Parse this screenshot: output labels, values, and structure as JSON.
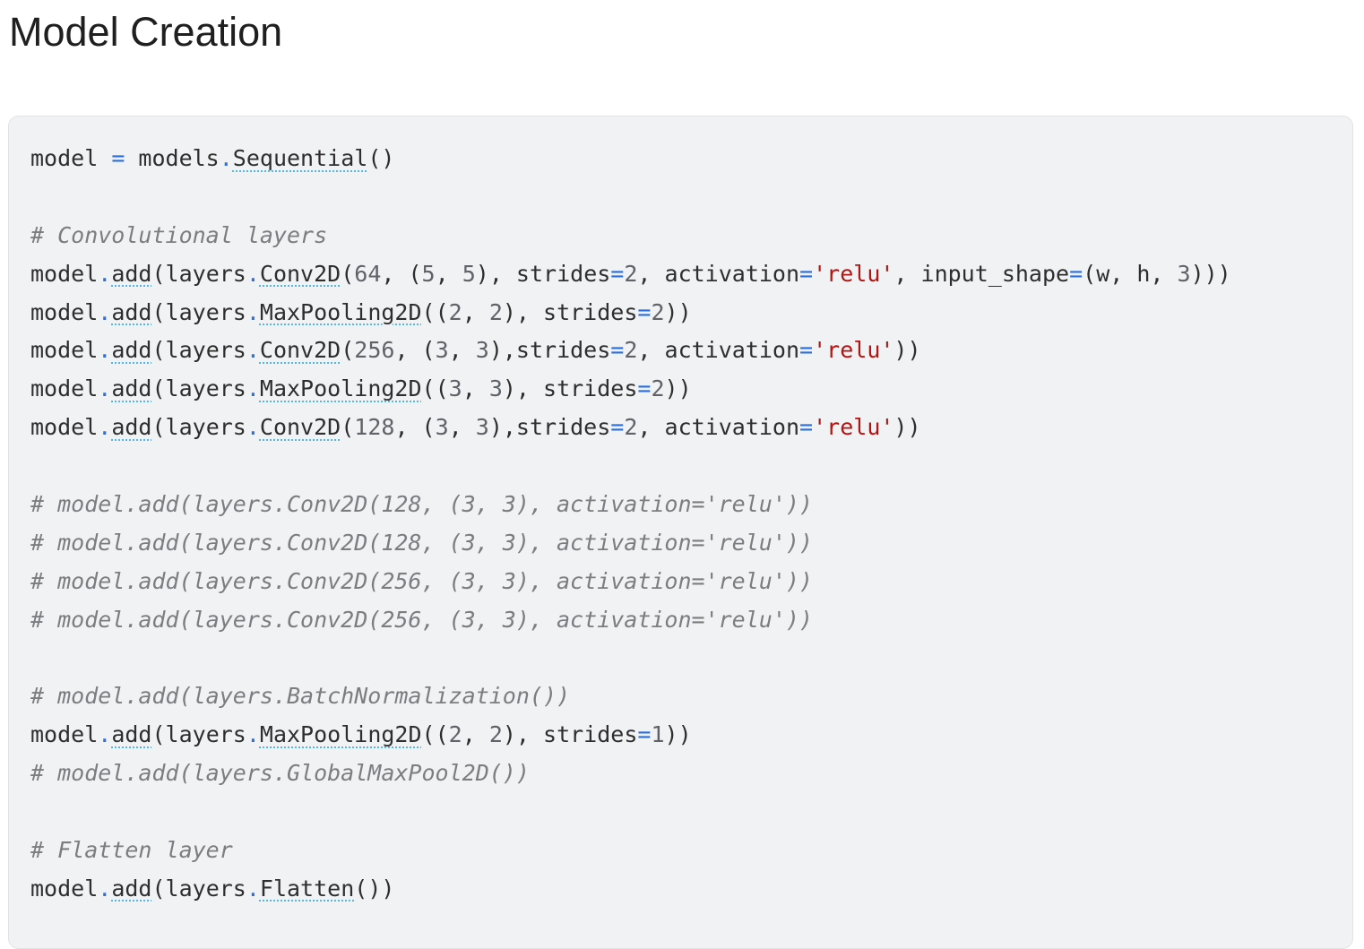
{
  "page": {
    "title": "Model Creation"
  },
  "colors": {
    "background": "#ffffff",
    "code_background": "#f1f2f4",
    "plain": "#2e2e2e",
    "operator": "#2a6fdb",
    "number": "#5f6368",
    "string": "#b31412",
    "comment": "#7b7d80",
    "function_underline": "#52b7e8"
  },
  "code_cell": {
    "lines": [
      [
        {
          "t": "model ",
          "c": "pln"
        },
        {
          "t": "=",
          "c": "op"
        },
        {
          "t": " models",
          "c": "pln"
        },
        {
          "t": ".",
          "c": "op"
        },
        {
          "t": "Sequential",
          "c": "fn"
        },
        {
          "t": "()",
          "c": "pln"
        }
      ],
      [],
      [
        {
          "t": "# Convolutional layers",
          "c": "cmt"
        }
      ],
      [
        {
          "t": "model",
          "c": "pln"
        },
        {
          "t": ".",
          "c": "op"
        },
        {
          "t": "add",
          "c": "fn"
        },
        {
          "t": "(layers",
          "c": "pln"
        },
        {
          "t": ".",
          "c": "op"
        },
        {
          "t": "Conv2D",
          "c": "fn"
        },
        {
          "t": "(",
          "c": "pln"
        },
        {
          "t": "64",
          "c": "num"
        },
        {
          "t": ", (",
          "c": "pln"
        },
        {
          "t": "5",
          "c": "num"
        },
        {
          "t": ", ",
          "c": "pln"
        },
        {
          "t": "5",
          "c": "num"
        },
        {
          "t": "), strides",
          "c": "pln"
        },
        {
          "t": "=",
          "c": "op"
        },
        {
          "t": "2",
          "c": "num"
        },
        {
          "t": ", activation",
          "c": "pln"
        },
        {
          "t": "=",
          "c": "op"
        },
        {
          "t": "'relu'",
          "c": "str"
        },
        {
          "t": ", input_shape",
          "c": "pln"
        },
        {
          "t": "=",
          "c": "op"
        },
        {
          "t": "(w, h, ",
          "c": "pln"
        },
        {
          "t": "3",
          "c": "num"
        },
        {
          "t": ")))",
          "c": "pln"
        }
      ],
      [
        {
          "t": "model",
          "c": "pln"
        },
        {
          "t": ".",
          "c": "op"
        },
        {
          "t": "add",
          "c": "fn"
        },
        {
          "t": "(layers",
          "c": "pln"
        },
        {
          "t": ".",
          "c": "op"
        },
        {
          "t": "MaxPooling2D",
          "c": "fn"
        },
        {
          "t": "((",
          "c": "pln"
        },
        {
          "t": "2",
          "c": "num"
        },
        {
          "t": ", ",
          "c": "pln"
        },
        {
          "t": "2",
          "c": "num"
        },
        {
          "t": "), strides",
          "c": "pln"
        },
        {
          "t": "=",
          "c": "op"
        },
        {
          "t": "2",
          "c": "num"
        },
        {
          "t": "))",
          "c": "pln"
        }
      ],
      [
        {
          "t": "model",
          "c": "pln"
        },
        {
          "t": ".",
          "c": "op"
        },
        {
          "t": "add",
          "c": "fn"
        },
        {
          "t": "(layers",
          "c": "pln"
        },
        {
          "t": ".",
          "c": "op"
        },
        {
          "t": "Conv2D",
          "c": "fn"
        },
        {
          "t": "(",
          "c": "pln"
        },
        {
          "t": "256",
          "c": "num"
        },
        {
          "t": ", (",
          "c": "pln"
        },
        {
          "t": "3",
          "c": "num"
        },
        {
          "t": ", ",
          "c": "pln"
        },
        {
          "t": "3",
          "c": "num"
        },
        {
          "t": "),strides",
          "c": "pln"
        },
        {
          "t": "=",
          "c": "op"
        },
        {
          "t": "2",
          "c": "num"
        },
        {
          "t": ", activation",
          "c": "pln"
        },
        {
          "t": "=",
          "c": "op"
        },
        {
          "t": "'relu'",
          "c": "str"
        },
        {
          "t": "))",
          "c": "pln"
        }
      ],
      [
        {
          "t": "model",
          "c": "pln"
        },
        {
          "t": ".",
          "c": "op"
        },
        {
          "t": "add",
          "c": "fn"
        },
        {
          "t": "(layers",
          "c": "pln"
        },
        {
          "t": ".",
          "c": "op"
        },
        {
          "t": "MaxPooling2D",
          "c": "fn"
        },
        {
          "t": "((",
          "c": "pln"
        },
        {
          "t": "3",
          "c": "num"
        },
        {
          "t": ", ",
          "c": "pln"
        },
        {
          "t": "3",
          "c": "num"
        },
        {
          "t": "), strides",
          "c": "pln"
        },
        {
          "t": "=",
          "c": "op"
        },
        {
          "t": "2",
          "c": "num"
        },
        {
          "t": "))",
          "c": "pln"
        }
      ],
      [
        {
          "t": "model",
          "c": "pln"
        },
        {
          "t": ".",
          "c": "op"
        },
        {
          "t": "add",
          "c": "fn"
        },
        {
          "t": "(layers",
          "c": "pln"
        },
        {
          "t": ".",
          "c": "op"
        },
        {
          "t": "Conv2D",
          "c": "fn"
        },
        {
          "t": "(",
          "c": "pln"
        },
        {
          "t": "128",
          "c": "num"
        },
        {
          "t": ", (",
          "c": "pln"
        },
        {
          "t": "3",
          "c": "num"
        },
        {
          "t": ", ",
          "c": "pln"
        },
        {
          "t": "3",
          "c": "num"
        },
        {
          "t": "),strides",
          "c": "pln"
        },
        {
          "t": "=",
          "c": "op"
        },
        {
          "t": "2",
          "c": "num"
        },
        {
          "t": ", activation",
          "c": "pln"
        },
        {
          "t": "=",
          "c": "op"
        },
        {
          "t": "'relu'",
          "c": "str"
        },
        {
          "t": "))",
          "c": "pln"
        }
      ],
      [],
      [
        {
          "t": "# model.add(layers.Conv2D(128, (3, 3), activation='relu'))",
          "c": "cmt"
        }
      ],
      [
        {
          "t": "# model.add(layers.Conv2D(128, (3, 3), activation='relu'))",
          "c": "cmt"
        }
      ],
      [
        {
          "t": "# model.add(layers.Conv2D(256, (3, 3), activation='relu'))",
          "c": "cmt"
        }
      ],
      [
        {
          "t": "# model.add(layers.Conv2D(256, (3, 3), activation='relu'))",
          "c": "cmt"
        }
      ],
      [],
      [
        {
          "t": "# model.add(layers.BatchNormalization())",
          "c": "cmt"
        }
      ],
      [
        {
          "t": "model",
          "c": "pln"
        },
        {
          "t": ".",
          "c": "op"
        },
        {
          "t": "add",
          "c": "fn"
        },
        {
          "t": "(layers",
          "c": "pln"
        },
        {
          "t": ".",
          "c": "op"
        },
        {
          "t": "MaxPooling2D",
          "c": "fn"
        },
        {
          "t": "((",
          "c": "pln"
        },
        {
          "t": "2",
          "c": "num"
        },
        {
          "t": ", ",
          "c": "pln"
        },
        {
          "t": "2",
          "c": "num"
        },
        {
          "t": "), strides",
          "c": "pln"
        },
        {
          "t": "=",
          "c": "op"
        },
        {
          "t": "1",
          "c": "num"
        },
        {
          "t": "))",
          "c": "pln"
        }
      ],
      [
        {
          "t": "# model.add(layers.GlobalMaxPool2D())",
          "c": "cmt"
        }
      ],
      [],
      [
        {
          "t": "# Flatten layer",
          "c": "cmt"
        }
      ],
      [
        {
          "t": "model",
          "c": "pln"
        },
        {
          "t": ".",
          "c": "op"
        },
        {
          "t": "add",
          "c": "fn"
        },
        {
          "t": "(layers",
          "c": "pln"
        },
        {
          "t": ".",
          "c": "op"
        },
        {
          "t": "Flatten",
          "c": "fn"
        },
        {
          "t": "())",
          "c": "pln"
        }
      ]
    ]
  }
}
